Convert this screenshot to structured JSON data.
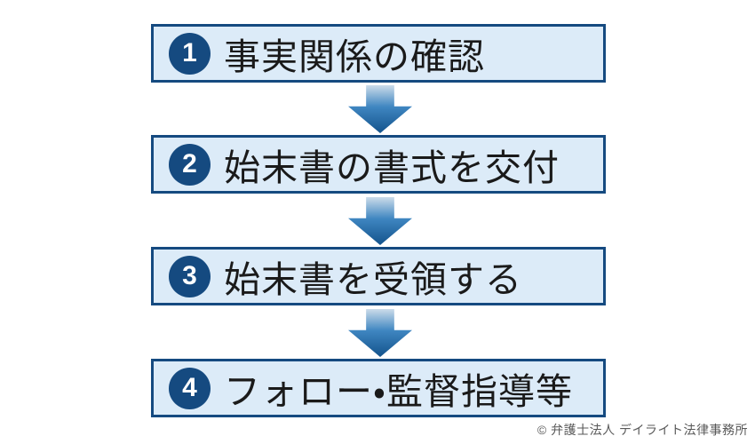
{
  "diagram": {
    "steps": [
      {
        "number": "1",
        "label": "事実関係の確認"
      },
      {
        "number": "2",
        "label": "始末書の書式を交付"
      },
      {
        "number": "3",
        "label": "始末書を受領する"
      },
      {
        "number": "4",
        "label": "フォロー・監督指導等"
      }
    ],
    "connector": "down-arrow-icon"
  },
  "footer": {
    "copyright": "© 弁護士法人 デイライト法律事務所"
  },
  "colors": {
    "box_fill": "#dcebf8",
    "box_border": "#154a80",
    "badge_fill": "#154a80",
    "badge_number": "#ffffff",
    "text": "#1a1a1a",
    "arrow_gradient_top": "#ccdcea",
    "arrow_gradient_mid": "#3f86c1",
    "arrow_gradient_bottom": "#13538c",
    "copyright_text": "#595959",
    "background": "#ffffff"
  }
}
